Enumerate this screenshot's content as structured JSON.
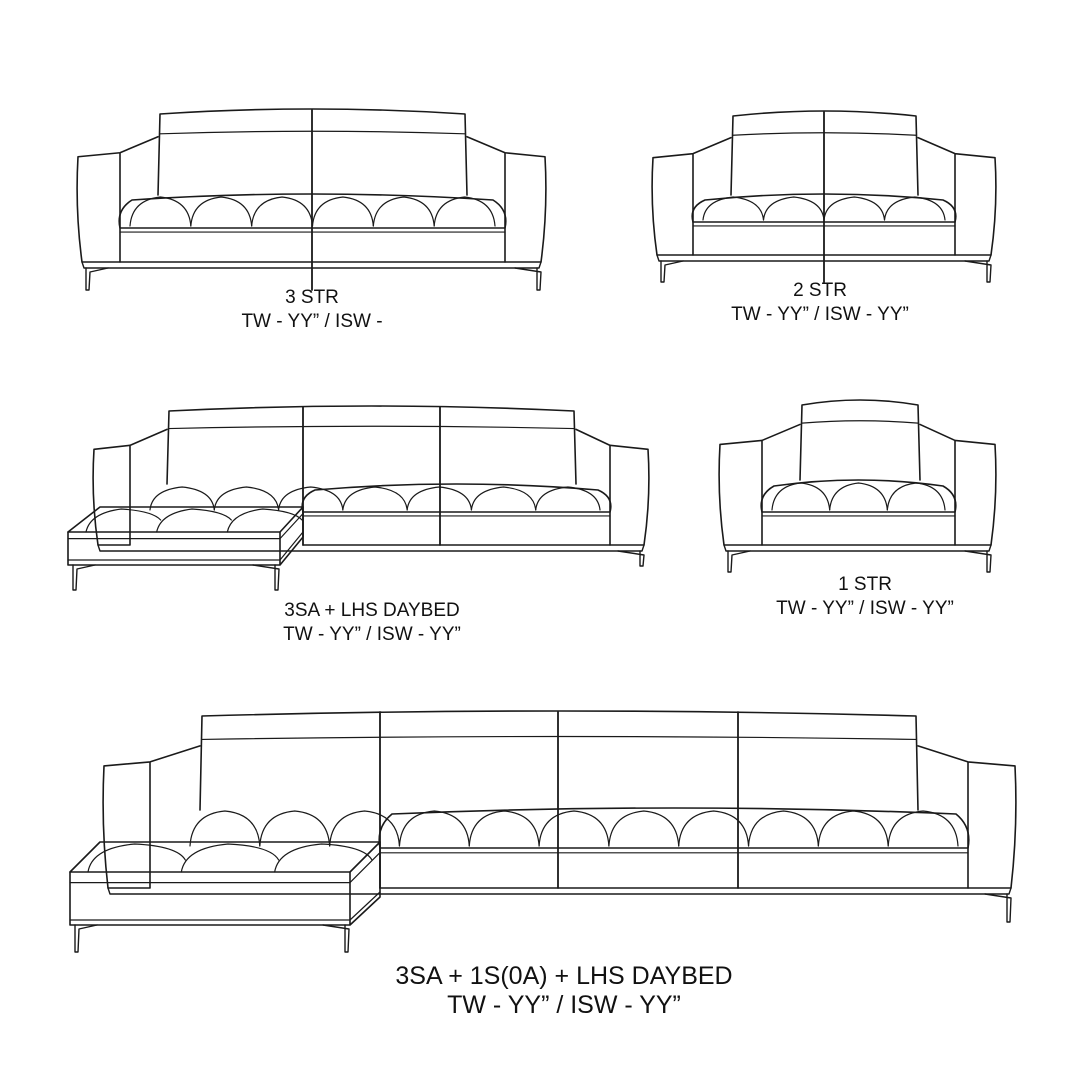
{
  "sofas": [
    {
      "id": "3-str",
      "name": "3 STR",
      "dims": "TW - YY” / ISW -"
    },
    {
      "id": "2-str",
      "name": "2 STR",
      "dims": "TW - YY” / ISW - YY”"
    },
    {
      "id": "3sa-lhs-daybed",
      "name": "3SA + LHS DAYBED",
      "dims": "TW - YY” / ISW - YY”"
    },
    {
      "id": "1-str",
      "name": "1 STR",
      "dims": "TW - YY” / ISW - YY”"
    },
    {
      "id": "3sa-1s-lhs-daybed",
      "name": "3SA + 1S(0A) + LHS DAYBED",
      "dims": "TW - YY” / ISW - YY”"
    }
  ],
  "colors": {
    "line": "#1a1a1a",
    "background": "#ffffff"
  }
}
